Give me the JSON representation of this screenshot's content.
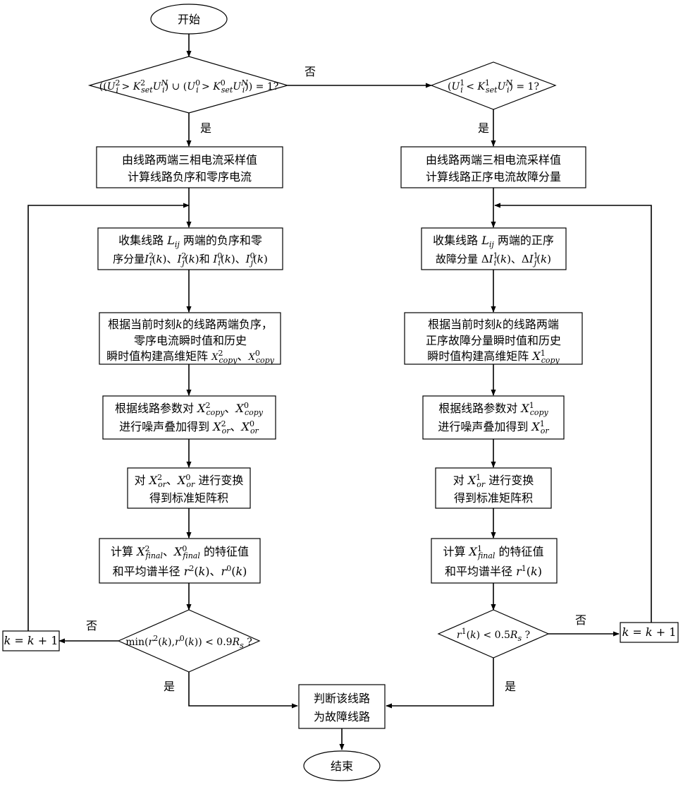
{
  "nodes": {
    "start": "开始",
    "cond_left": "((U_i^2 > K_set^2 U_i^N) ∪ (U_i^0 > K_set^0 U_i^N)) = 1?",
    "cond_right": "(U_i^1 < K_set^1 U_i^N) = 1?",
    "left_calc": [
      "由线路两端三相电流采样值",
      "计算线路负序和零序电流"
    ],
    "right_calc": [
      "由线路两端三相电流采样值",
      "计算线路正序电流故障分量"
    ],
    "left_collect": [
      "收集线路 L_ij 两端的负序和零",
      "序分量 I_i^2(k)、I_j^2(k) 和 I_i^0(k)、I_j^0(k)"
    ],
    "right_collect": [
      "收集线路 L_ij 两端的正序",
      "故障分量 ΔI_i^1(k)、ΔI_j^1(k)"
    ],
    "left_matrix": [
      "根据当前时刻k的线路两端负序，",
      "零序电流瞬时值和历史",
      "瞬时值构建高维矩阵 X_copy^2、X_copy^0"
    ],
    "right_matrix": [
      "根据当前时刻k的线路两端",
      "正序故障分量瞬时值和历史",
      "瞬时值构建高维矩阵 X_copy^1"
    ],
    "left_noise": [
      "根据线路参数对 X_copy^2、X_copy^0",
      "进行噪声叠加得到 X_or^2、X_or^0"
    ],
    "right_noise": [
      "根据线路参数对 X_copy^1",
      "进行噪声叠加得到 X_or^1"
    ],
    "left_transform": [
      "对 X_or^2、X_or^0 进行变换",
      "得到标准矩阵积"
    ],
    "right_transform": [
      "对 X_or^1 进行变换",
      "得到标准矩阵积"
    ],
    "left_eigen": [
      "计算 X_final^2、X_final^0 的特征值",
      "和平均谱半径 r^2(k)、r^0(k)"
    ],
    "right_eigen": [
      "计算 X_final^1 的特征值",
      "和平均谱半径 r^1(k)"
    ],
    "left_check": "min(r^2(k), r^0(k)) < 0.9R_s ?",
    "right_check": "r^1(k) < 0.5R_s ?",
    "left_incr": "k = k + 1",
    "right_incr": "k = k + 1",
    "judge": [
      "判断该线路",
      "为故障线路"
    ],
    "end": "结束"
  },
  "labels": {
    "yes": "是",
    "no": "否"
  }
}
